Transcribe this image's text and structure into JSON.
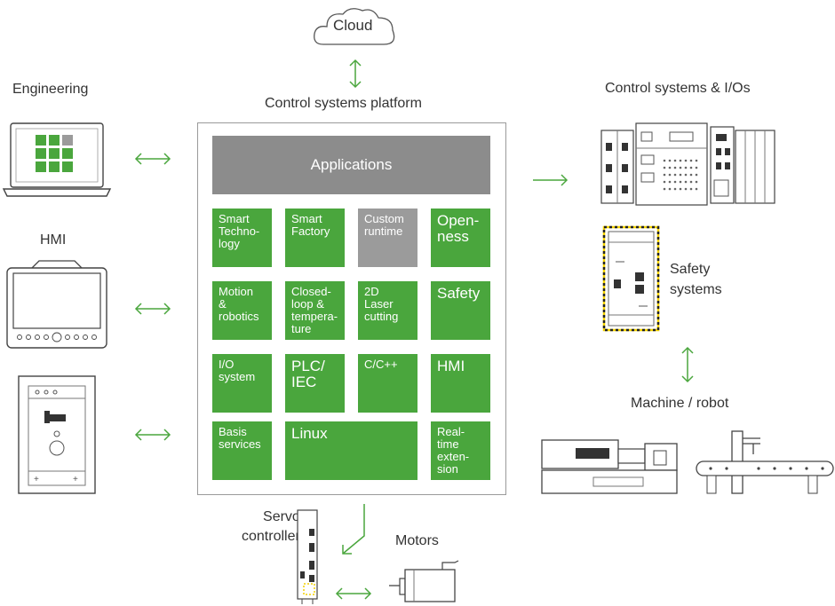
{
  "labels": {
    "cloud": "Cloud",
    "platform_title": "Control systems platform",
    "engineering": "Engineering",
    "hmi": "HMI",
    "control_io": "Control systems & I/Os",
    "safety": "Safety\nsystems",
    "machine_robot": "Machine / robot",
    "servo": "Servo\ncontroller",
    "motors": "Motors"
  },
  "applications": "Applications",
  "tiles": [
    {
      "text": "Smart\nTechno-\nlogy",
      "style": "green"
    },
    {
      "text": "Smart\nFactory",
      "style": "green"
    },
    {
      "text": "Custom\nruntime",
      "style": "gray"
    },
    {
      "text": "Open-\nness",
      "style": "green-big"
    },
    {
      "text": "Motion\n&\nrobotics",
      "style": "green"
    },
    {
      "text": "Closed-\nloop &\ntempera-\nture",
      "style": "green"
    },
    {
      "text": "2D\nLaser\ncutting",
      "style": "green"
    },
    {
      "text": "Safety",
      "style": "green-big"
    },
    {
      "text": "I/O\nsystem",
      "style": "green"
    },
    {
      "text": "PLC/\nIEC",
      "style": "green-big"
    },
    {
      "text": "C/C++",
      "style": "green"
    },
    {
      "text": "HMI",
      "style": "green-big"
    },
    {
      "text": "Basis\nservices",
      "style": "green"
    },
    {
      "text": "Linux",
      "style": "green-big"
    },
    {
      "text": "Real-\ntime\nexten-\nsion",
      "style": "green"
    }
  ],
  "colors": {
    "green": "#4aa63d",
    "gray": "#9b9b9b",
    "safety_border": "#f2d100"
  }
}
